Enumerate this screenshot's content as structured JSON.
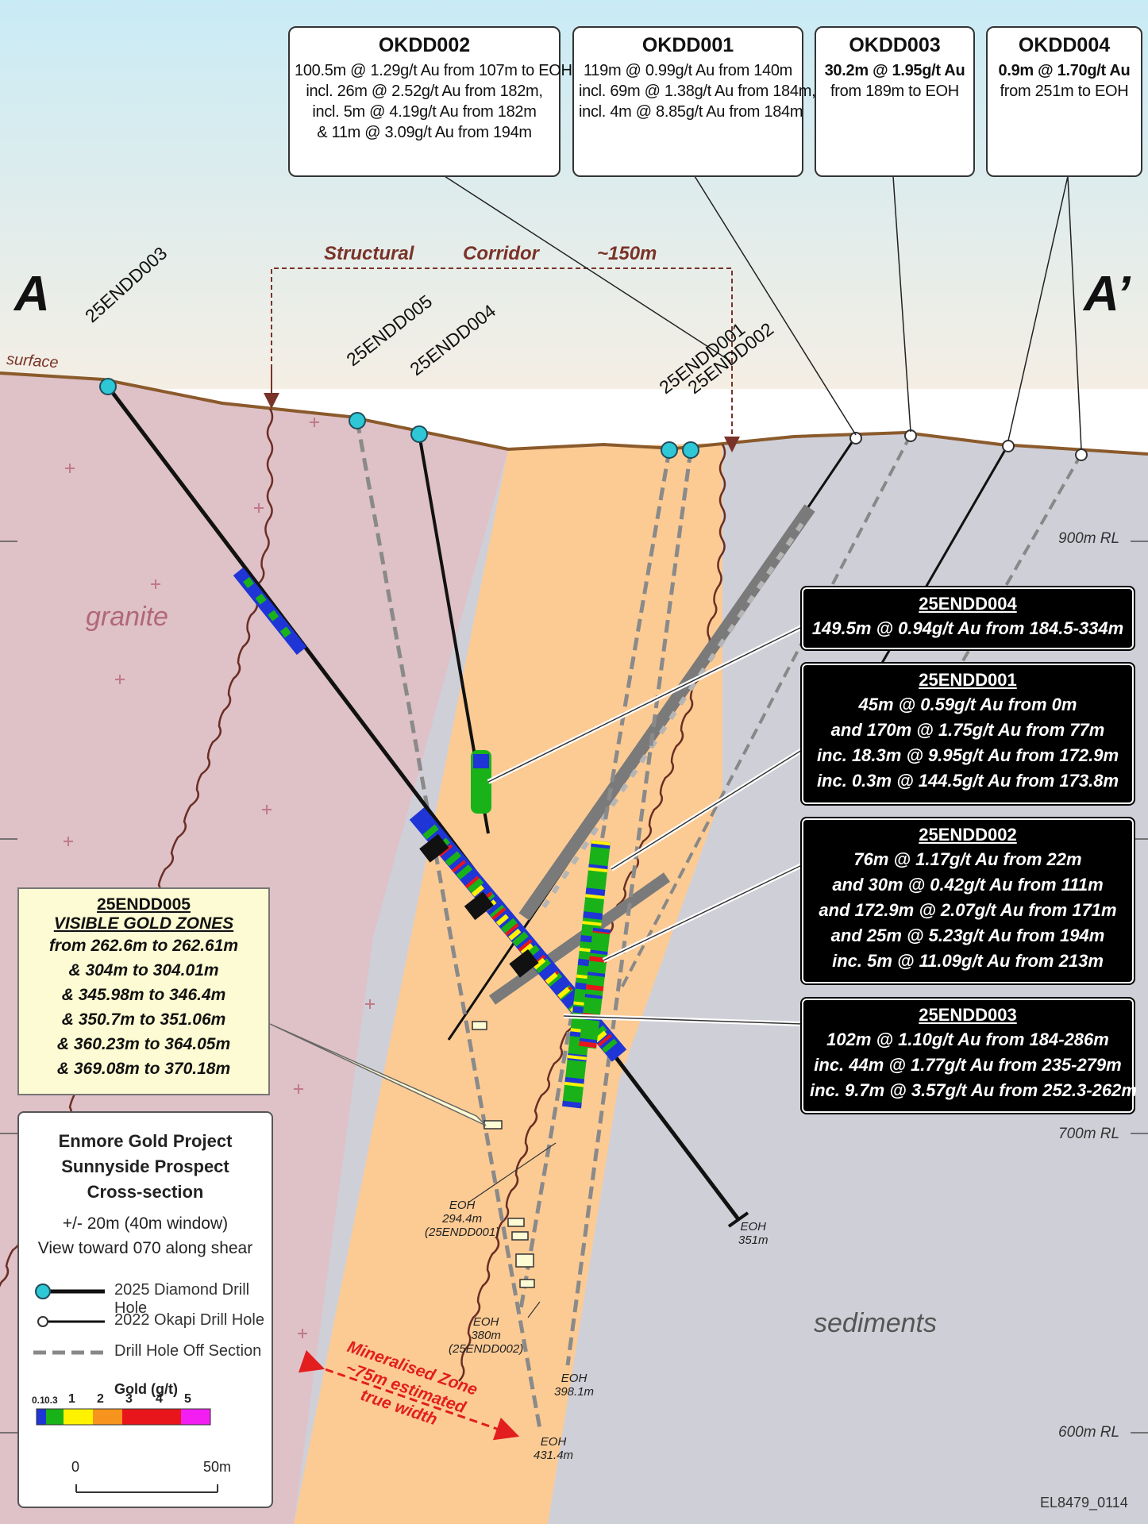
{
  "section": {
    "left_label": "A",
    "right_label": "A’",
    "surface_label": "surface",
    "corridor": {
      "word1": "Structural",
      "word2": "Corridor",
      "width": "~150m"
    },
    "rock_units": {
      "granite": "granite",
      "sediments": "sediments"
    },
    "rl_levels": [
      "900m RL",
      "700m RL",
      "600m RL"
    ],
    "drawing_code": "EL8479_0114",
    "mineralised_zone": [
      "Mineralised Zone",
      "~75m estimated",
      "true width"
    ]
  },
  "collars": {
    "h003": "25ENDD003",
    "h005": "25ENDD005",
    "h004": "25ENDD004",
    "h001": "25ENDD001",
    "h002": "25ENDD002"
  },
  "eoh_labels": {
    "e001": [
      "EOH",
      "294.4m",
      "(25ENDD001)"
    ],
    "e002": [
      "EOH",
      "380m",
      "(25ENDD002)"
    ],
    "e003": [
      "EOH",
      "351m"
    ],
    "e_a": [
      "EOH",
      "398.1m"
    ],
    "e_b": [
      "EOH",
      "431.4m"
    ]
  },
  "okapi_boxes": [
    {
      "title": "OKDD002",
      "lines": [
        "100.5m @ 1.29g/t Au from 107m to EOH",
        "incl. 26m @ 2.52g/t Au from 182m,",
        "incl. 5m @ 4.19g/t Au from 182m",
        "& 11m @ 3.09g/t Au from 194m"
      ]
    },
    {
      "title": "OKDD001",
      "lines": [
        "119m @ 0.99g/t Au from 140m",
        "incl. 69m @ 1.38g/t Au from 184m,",
        "incl. 4m @ 8.85g/t Au from 184m"
      ]
    },
    {
      "title": "OKDD003",
      "lines": [
        "30.2m @ 1.95g/t Au",
        "from 189m to EOH"
      ]
    },
    {
      "title": "OKDD004",
      "lines": [
        "0.9m @ 1.70g/t Au",
        "from 251m to EOH"
      ]
    }
  ],
  "result_boxes": [
    {
      "title": "25ENDD004",
      "lines": [
        "149.5m @ 0.94g/t Au from 184.5-334m"
      ]
    },
    {
      "title": "25ENDD001",
      "lines": [
        "45m @ 0.59g/t Au from 0m",
        "and 170m @ 1.75g/t Au from 77m",
        "inc. 18.3m @ 9.95g/t Au from 172.9m",
        "inc. 0.3m @ 144.5g/t Au from 173.8m"
      ]
    },
    {
      "title": "25ENDD002",
      "lines": [
        "76m @ 1.17g/t Au from 22m",
        "and  30m @ 0.42g/t Au from 111m",
        "and 172.9m @ 2.07g/t Au from 171m",
        "and 25m @ 5.23g/t Au from 194m",
        "inc. 5m @ 11.09g/t Au from 213m"
      ]
    },
    {
      "title": "25ENDD003",
      "lines": [
        "102m @ 1.10g/t Au from 184-286m",
        "inc. 44m @ 1.77g/t Au from 235-279m",
        "inc. 9.7m @ 3.57g/t Au from 252.3-262m"
      ]
    }
  ],
  "visible_gold": {
    "title": "25ENDD005",
    "subtitle": "VISIBLE GOLD ZONES",
    "lines": [
      "from 262.6m to 262.61m",
      "& 304m to 304.01m",
      "& 345.98m to 346.4m",
      "& 350.7m to 351.06m",
      "& 360.23m to 364.05m",
      "& 369.08m to 370.18m"
    ]
  },
  "legend": {
    "heading": [
      "Enmore Gold Project",
      "Sunnyside Prospect",
      "Cross-section"
    ],
    "notes": [
      "+/- 20m (40m window)",
      "View toward 070 along shear"
    ],
    "items": [
      "2025 Diamond Drill Hole",
      "2022 Okapi Drill Hole",
      "Drill Hole Off Section"
    ],
    "gold_title": "Gold (g/t)",
    "gold_ticks": [
      "0.1",
      "0.3",
      "1",
      "2",
      "3",
      "4",
      "5"
    ],
    "gold_colors": [
      "#1f35d6",
      "#19b319",
      "#fff200",
      "#f7941d",
      "#e8151b",
      "#e8151b",
      "#f21ef2"
    ],
    "scale_ticks": [
      "0",
      "50m"
    ]
  },
  "colors": {
    "granite": "#dfc1c8",
    "zone": "#fccb94",
    "sediments": "#cfcfd8",
    "sky": "#d4eef6",
    "surface": "#8b5a2b",
    "collar": "#2ec7d6",
    "annotation_red": "#e21e1e",
    "corridor_line": "#7a3328"
  }
}
